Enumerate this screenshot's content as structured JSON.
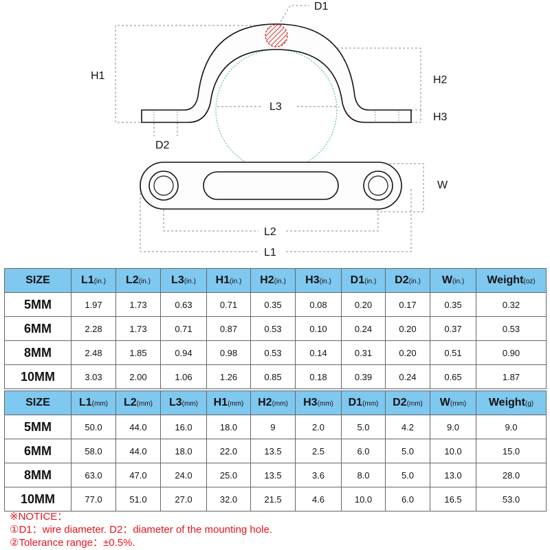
{
  "diagram": {
    "labels": {
      "d1": "D1",
      "h1": "H1",
      "h2": "H2",
      "h3": "H3",
      "l3": "L3",
      "d2": "D2",
      "w": "W",
      "l2": "L2",
      "l1": "L1"
    }
  },
  "table_in": {
    "headers": [
      {
        "label": "SIZE",
        "unit": ""
      },
      {
        "label": "L1",
        "unit": "(in.)"
      },
      {
        "label": "L2",
        "unit": "(in.)"
      },
      {
        "label": "L3",
        "unit": "(in.)"
      },
      {
        "label": "H1",
        "unit": "(in.)"
      },
      {
        "label": "H2",
        "unit": "(in.)"
      },
      {
        "label": "H3",
        "unit": "(in.)"
      },
      {
        "label": "D1",
        "unit": "(in.)"
      },
      {
        "label": "D2",
        "unit": "(in.)"
      },
      {
        "label": "W",
        "unit": "(in.)"
      },
      {
        "label": "Weight",
        "unit": "(oz)"
      }
    ],
    "rows": [
      [
        "5MM",
        "1.97",
        "1.73",
        "0.63",
        "0.71",
        "0.35",
        "0.08",
        "0.20",
        "0.17",
        "0.35",
        "0.32"
      ],
      [
        "6MM",
        "2.28",
        "1.73",
        "0.71",
        "0.87",
        "0.53",
        "0.10",
        "0.24",
        "0.20",
        "0.37",
        "0.53"
      ],
      [
        "8MM",
        "2.48",
        "1.85",
        "0.94",
        "0.98",
        "0.53",
        "0.14",
        "0.31",
        "0.20",
        "0.51",
        "0.90"
      ],
      [
        "10MM",
        "3.03",
        "2.00",
        "1.06",
        "1.26",
        "0.85",
        "0.18",
        "0.39",
        "0.24",
        "0.65",
        "1.87"
      ]
    ]
  },
  "table_mm": {
    "headers": [
      {
        "label": "SIZE",
        "unit": ""
      },
      {
        "label": "L1",
        "unit": "(mm)"
      },
      {
        "label": "L2",
        "unit": "(mm)"
      },
      {
        "label": "L3",
        "unit": "(mm)"
      },
      {
        "label": "H1",
        "unit": "(mm)"
      },
      {
        "label": "H2",
        "unit": "(mm)"
      },
      {
        "label": "H3",
        "unit": "(mm)"
      },
      {
        "label": "D1",
        "unit": "(mm)"
      },
      {
        "label": "D2",
        "unit": "(mm)"
      },
      {
        "label": "W",
        "unit": "(mm)"
      },
      {
        "label": "Weight",
        "unit": "(g)"
      }
    ],
    "rows": [
      [
        "5MM",
        "50.0",
        "44.0",
        "16.0",
        "18.0",
        "9",
        "2.0",
        "5.0",
        "4.2",
        "9.0",
        "9.0"
      ],
      [
        "6MM",
        "58.0",
        "44.0",
        "18.0",
        "22.0",
        "13.5",
        "2.5",
        "6.0",
        "5.0",
        "10.0",
        "15.0"
      ],
      [
        "8MM",
        "63.0",
        "47.0",
        "24.0",
        "25.0",
        "13.5",
        "3.6",
        "8.0",
        "5.0",
        "13.0",
        "28.0"
      ],
      [
        "10MM",
        "77.0",
        "51.0",
        "27.0",
        "32.0",
        "21.5",
        "4.6",
        "10.0",
        "6.0",
        "16.5",
        "53.0"
      ]
    ]
  },
  "notice": {
    "title": "※NOTICE：",
    "line1": "①D1：wire diameter. D2：diameter of the mounting hole.",
    "line2": "②Tolerance range：±0.5%."
  },
  "colors": {
    "header_bg": "#7fc8f0",
    "notice": "#e8141c",
    "wire_hatch": "#d9342b",
    "circle": "#5bbfb0"
  }
}
